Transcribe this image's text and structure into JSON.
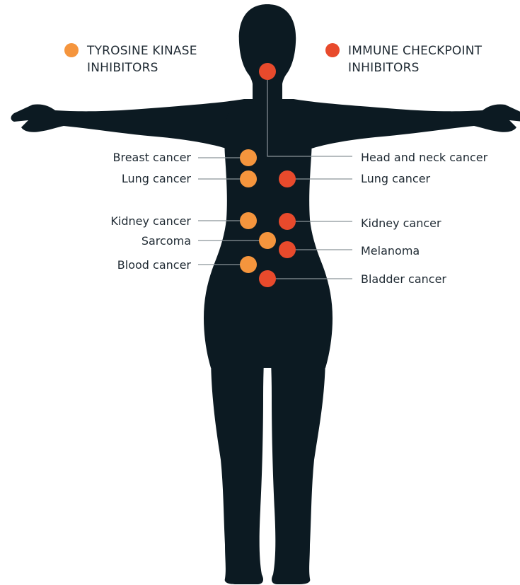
{
  "colors": {
    "silhouette": "#0c1a22",
    "tki": "#f5953d",
    "ici": "#e84a2c",
    "leader": "#8a9399",
    "text": "#1f2a33"
  },
  "legend": {
    "tki": {
      "line1": "TYROSINE KINASE",
      "line2": "INHIBITORS"
    },
    "ici": {
      "line1": "IMMUNE CHECKPOINT",
      "line2": "INHIBITORS"
    }
  },
  "tki_items": [
    {
      "label": "Breast cancer"
    },
    {
      "label": "Lung cancer"
    },
    {
      "label": "Kidney cancer"
    },
    {
      "label": "Sarcoma"
    },
    {
      "label": "Blood cancer"
    }
  ],
  "ici_items": [
    {
      "label": "Head and neck cancer"
    },
    {
      "label": "Lung cancer"
    },
    {
      "label": "Kidney cancer"
    },
    {
      "label": "Melanoma"
    },
    {
      "label": "Bladder cancer"
    }
  ]
}
